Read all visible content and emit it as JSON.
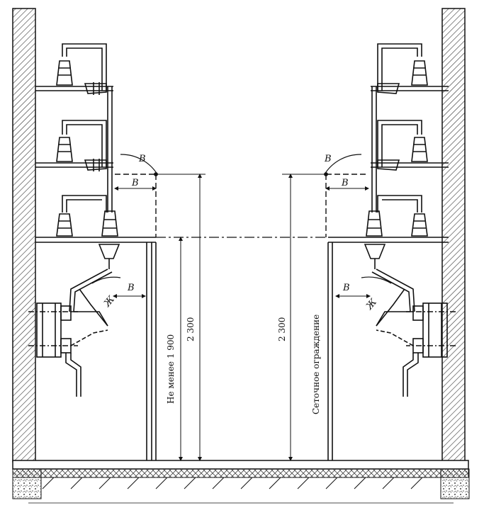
{
  "labels": {
    "clearance": "В",
    "rotation": "Ж"
  },
  "dimensions": {
    "left_min": "Не менее 1 900",
    "left_height": "2 300",
    "right_height": "2 300"
  },
  "annotations": {
    "mesh_fence": "Сеточное ограждение"
  },
  "colors": {
    "line": "#111111",
    "hatch": "#333333",
    "background": "#ffffff"
  }
}
